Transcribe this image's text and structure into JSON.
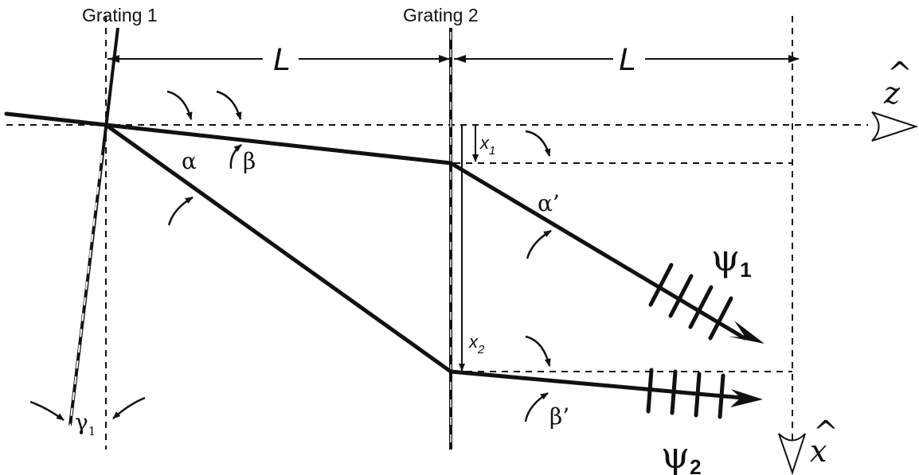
{
  "labels": {
    "grating1": "Grating 1",
    "grating2": "Grating 2",
    "distance1": "L",
    "distance2": "L",
    "alpha": "α",
    "beta": "β",
    "alpha_prime": "α’",
    "beta_prime": "β’",
    "gamma": "γ",
    "gamma_sub": "1",
    "x1": "x",
    "x1_sub": "1",
    "x2": "x",
    "x2_sub": "2",
    "psi1": "ψ",
    "psi1_sub": "1",
    "psi2": "ψ",
    "psi2_sub": "2",
    "z_axis": "z",
    "x_axis": "x",
    "hat": "^"
  }
}
